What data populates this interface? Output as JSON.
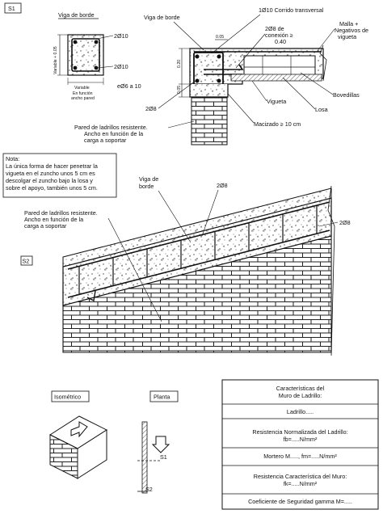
{
  "s1": {
    "tag": "S1",
    "section_title": "Viga de borde",
    "bar_top": "2Ø10",
    "bar_bottom": "2Ø10",
    "dim_vertical": "Variable + 0.05",
    "dim_horizontal": "Variable",
    "dim_note_1": "En función",
    "dim_note_2": "ancho pared",
    "stirrups": "eØ6 a 10",
    "viga_label": "Viga de borde",
    "corrido": "1Ø10 Corrido transversal",
    "conexion_1": "2Ø8 de",
    "conexion_2": "conexión ≥",
    "conexion_3": "0.40",
    "malla_1": "Malla +",
    "malla_2": "Negativos de",
    "malla_3": "vigueta",
    "bovedillas": "Bovedillas",
    "vigueta": "Vigueta",
    "losa": "Losa",
    "macizado": "Macizado ≥ 10 cm",
    "bar_side": "2Ø8",
    "pared_1": "Pared de ladrillos resistente.",
    "pared_2": "Ancho en función de la",
    "pared_3": "carga a soportar",
    "dim_005": "0.05",
    "dim_020": "0.20",
    "dim_005b": "0.05"
  },
  "note": {
    "l1": "Nota:",
    "l2": "La única forma de hacer penetrar la",
    "l3": "vigueta en el zuncho unos 5 cm es",
    "l4": "descolgar el zuncho bajo la losa y",
    "l5": "sobre el apoyo, también unos 5 cm."
  },
  "s2": {
    "tag": "S2",
    "viga_1": "Viga de",
    "viga_2": "borde",
    "bar_a": "2Ø8",
    "bar_b": "2Ø8",
    "pared_1": "Pared de ladrillos resistente.",
    "pared_2": "Ancho en función de la",
    "pared_3": "carga a soportar"
  },
  "iso": {
    "title": "Isométrico"
  },
  "planta": {
    "title": "Planta",
    "s1": "S1",
    "s2": "S2"
  },
  "table": {
    "rows": [
      [
        "Características del",
        "Muro de Ladrillo:"
      ],
      [
        "Ladrillo....."
      ],
      [
        "Resistencia Normalizada del Ladrillo:",
        "fb=.....N/mm²"
      ],
      [
        "Mortero M....., fm=.....N/mm²"
      ],
      [
        "Resistencia Característica del Muro:",
        "fk=.....N/mm²"
      ],
      [
        "Coeficiente de Seguridad gamma M=....."
      ]
    ]
  }
}
